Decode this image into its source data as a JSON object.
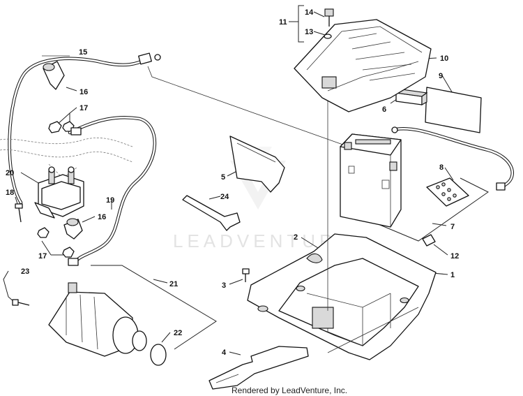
{
  "diagram": {
    "watermark": "LEADVENTURE",
    "credit": "Rendered by LeadVenture, Inc.",
    "callouts": {
      "c1": "1",
      "c2": "2",
      "c3": "3",
      "c4": "4",
      "c5": "5",
      "c6": "6",
      "c7": "7",
      "c8": "8",
      "c9": "9",
      "c10": "10",
      "c11": "11",
      "c12": "12",
      "c13": "13",
      "c14": "14",
      "c15": "15",
      "c16a": "16",
      "c16b": "16",
      "c17a": "17",
      "c17b": "17",
      "c18": "18",
      "c19": "19",
      "c20": "20",
      "c21": "21",
      "c22": "22",
      "c23": "23",
      "c24": "24"
    }
  }
}
